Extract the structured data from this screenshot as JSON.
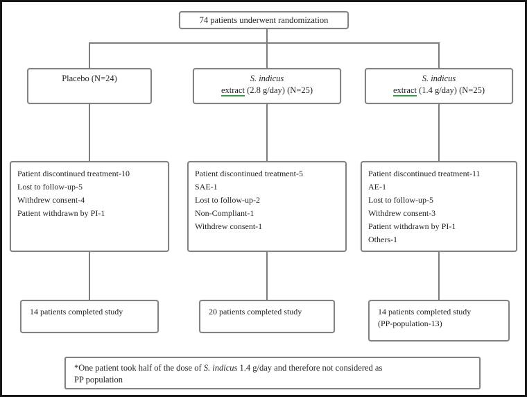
{
  "flow": {
    "top": {
      "label": "74 patients underwent randomization"
    },
    "arms": [
      {
        "name": "Placebo (N=24)"
      },
      {
        "species": "S. indicus",
        "extract_word": "extract",
        "dose_rest": " (2.8 g/day) (N=25)"
      },
      {
        "species": "S. indicus",
        "extract_word": "extract",
        "dose_rest": " (1.4 g/day) (N=25)"
      }
    ],
    "discontinued": [
      {
        "lines": [
          "Patient discontinued treatment-10",
          "Lost to follow-up-5",
          "Withdrew consent-4",
          "Patient withdrawn by PI-1"
        ]
      },
      {
        "lines": [
          "Patient discontinued treatment-5",
          "SAE-1",
          "Lost to follow-up-2",
          "Non-Compliant-1",
          "Withdrew consent-1"
        ]
      },
      {
        "lines": [
          "Patient discontinued treatment-11",
          "AE-1",
          "Lost to follow-up-5",
          "Withdrew consent-3",
          "Patient withdrawn by PI-1",
          "Others-1"
        ]
      }
    ],
    "completed": [
      {
        "line1": "14 patients completed study"
      },
      {
        "line1": "20 patients completed study"
      },
      {
        "line1": "14 patients completed study",
        "line2": "(PP-population-13)"
      }
    ],
    "footnote": {
      "prefix": "*One patient took half of the dose of ",
      "species": "S. indicus",
      "suffix": " 1.4 g/day and therefore not considered as",
      "line2": "PP population"
    },
    "colors": {
      "box_border": "#828282",
      "outer_border": "#161616",
      "connector": "#7d7d7d",
      "text": "#232328",
      "extract_underline": "#2e9e3e"
    }
  }
}
